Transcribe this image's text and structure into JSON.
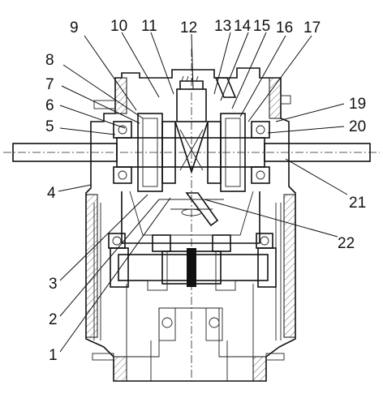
{
  "callouts": [
    {
      "id": "c1",
      "text": "1"
    },
    {
      "id": "c2",
      "text": "2"
    },
    {
      "id": "c3",
      "text": "3"
    },
    {
      "id": "c4",
      "text": "4"
    },
    {
      "id": "c5",
      "text": "5"
    },
    {
      "id": "c6",
      "text": "6"
    },
    {
      "id": "c7",
      "text": "7"
    },
    {
      "id": "c8",
      "text": "8"
    },
    {
      "id": "c9",
      "text": "9"
    },
    {
      "id": "c10",
      "text": "10"
    },
    {
      "id": "c11",
      "text": "11"
    },
    {
      "id": "c12",
      "text": "12"
    },
    {
      "id": "c13",
      "text": "13"
    },
    {
      "id": "c14",
      "text": "14"
    },
    {
      "id": "c15",
      "text": "15"
    },
    {
      "id": "c16",
      "text": "16"
    },
    {
      "id": "c17",
      "text": "17"
    },
    {
      "id": "c19",
      "text": "19"
    },
    {
      "id": "c20",
      "text": "20"
    },
    {
      "id": "c21",
      "text": "21"
    },
    {
      "id": "c22",
      "text": "22"
    }
  ]
}
